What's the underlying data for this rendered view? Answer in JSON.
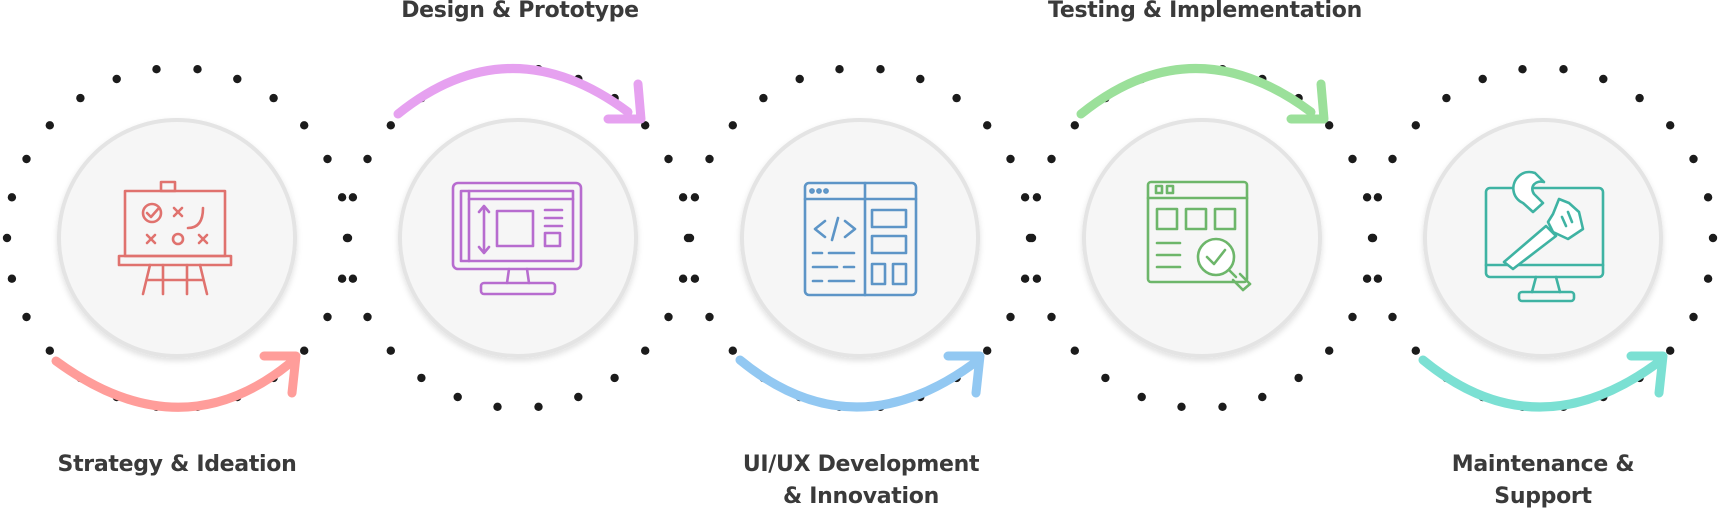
{
  "steps": [
    {
      "title_lines": [
        "Strategy & Ideation"
      ],
      "icon": "strategy-board-icon",
      "color": "#e0726e",
      "arc_color": "#ff9d9a",
      "label_position": "bottom"
    },
    {
      "title_lines": [
        "Design & Prototype"
      ],
      "icon": "design-monitor-icon",
      "color": "#b76ccf",
      "arc_color": "#e6a1f0",
      "label_position": "top"
    },
    {
      "title_lines": [
        "UI/UX Development",
        "& Innovation"
      ],
      "icon": "code-window-icon",
      "color": "#5d95c7",
      "arc_color": "#92c8f2",
      "label_position": "bottom"
    },
    {
      "title_lines": [
        "Testing & Implementation"
      ],
      "icon": "testing-checklist-icon",
      "color": "#6db66a",
      "arc_color": "#9be09a",
      "label_position": "top"
    },
    {
      "title_lines": [
        "Maintenance &",
        "Support"
      ],
      "icon": "maintenance-monitor-icon",
      "color": "#3fb3a3",
      "arc_color": "#7be0d3",
      "label_position": "bottom"
    }
  ]
}
